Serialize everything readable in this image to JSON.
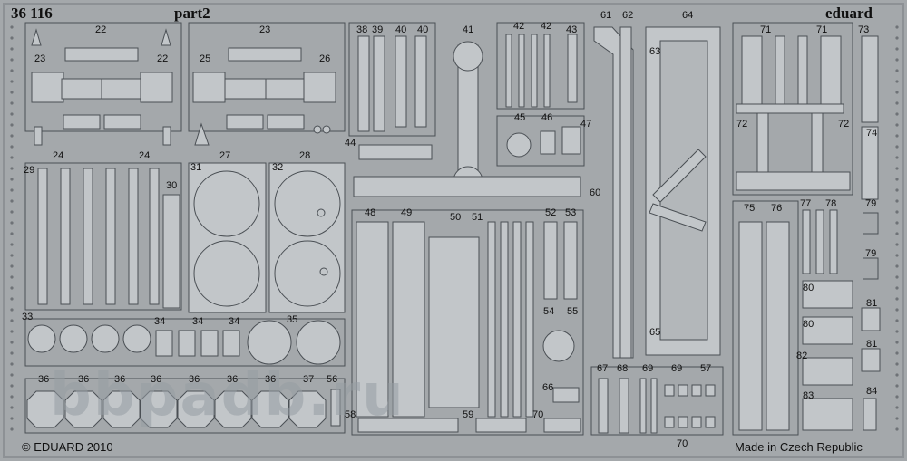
{
  "header": {
    "catalog_number": "36 116",
    "sheet_name": "part2",
    "brand": "eduard"
  },
  "footer": {
    "copyright": "© EDUARD 2010",
    "origin": "Made in Czech Republic"
  },
  "watermark": "bbpadb.ru",
  "colors": {
    "fret": "#a4a8ab",
    "part_face": "#c2c6c9",
    "etch_line": "#4a4f54",
    "label_text": "#101010"
  },
  "part_numbers": [
    "22",
    "23",
    "22",
    "25",
    "23",
    "26",
    "38",
    "39",
    "40",
    "40",
    "41",
    "42",
    "42",
    "43",
    "61",
    "62",
    "64",
    "71",
    "71",
    "73",
    "44",
    "45",
    "46",
    "47",
    "72",
    "72",
    "74",
    "63",
    "24",
    "24",
    "29",
    "30",
    "27",
    "31",
    "32",
    "28",
    "60",
    "48",
    "49",
    "50",
    "51",
    "52",
    "53",
    "75",
    "76",
    "77",
    "78",
    "79",
    "79",
    "80",
    "80",
    "81",
    "81",
    "82",
    "83",
    "84",
    "33",
    "34",
    "34",
    "34",
    "35",
    "54",
    "55",
    "65",
    "36",
    "36",
    "36",
    "36",
    "36",
    "36",
    "36",
    "37",
    "56",
    "66",
    "67",
    "68",
    "69",
    "69",
    "57",
    "58",
    "59",
    "70",
    "70"
  ]
}
